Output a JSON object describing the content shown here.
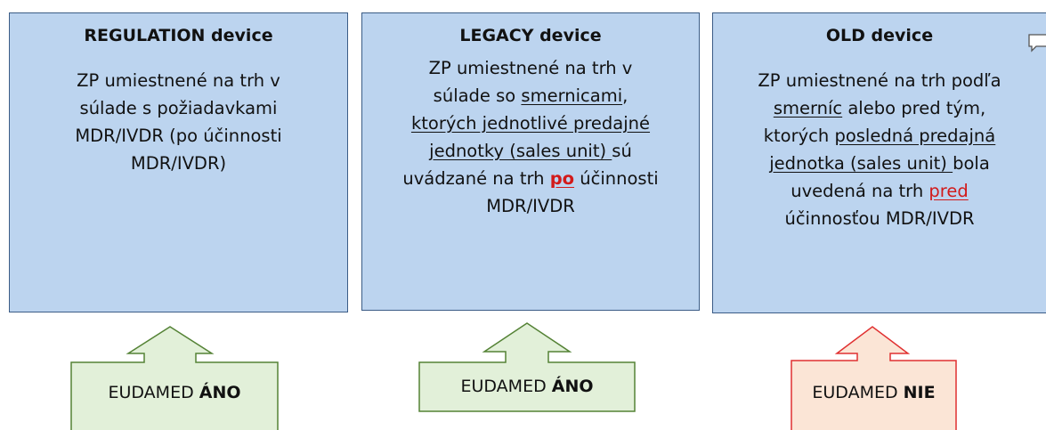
{
  "boxes": [
    {
      "title": "REGULATION device",
      "lines": [
        "ZP umiestnené na trh v",
        "súlade s požiadavkami",
        "MDR/IVDR (po účinnosti",
        "MDR/IVDR)"
      ]
    },
    {
      "title": "LEGACY device",
      "l1": "ZP umiestnené na trh v",
      "l2_a": "súlade so ",
      "l2_u": "smernicami",
      "l2_b": ",",
      "l3_u": "ktorých jednotlivé predajné",
      "l4_u": "jednotky (sales unit) ",
      "l4_b": "sú",
      "l5_a": "uvádzané na trh ",
      "l5_red": "po",
      "l5_b": " účinnosti",
      "l6": "MDR/IVDR"
    },
    {
      "title": "OLD device",
      "l1": "ZP umiestnené na trh podľa",
      "l2_u": "smerníc",
      "l2_b": " alebo pred tým,",
      "l3_a": "ktorých ",
      "l3_u": "posledná predajná",
      "l4_u": "jednotka (sales unit) ",
      "l4_b": "bola",
      "l5": "uvedená na trh ",
      "l5_red": "pred",
      "l6": "účinnosťou MDR/IVDR"
    }
  ],
  "arrows": [
    {
      "prefix": "EUDAMED ",
      "bold": "ÁNO",
      "fill": "#e2f0d9",
      "stroke": "#548235"
    },
    {
      "prefix": "EUDAMED ",
      "bold": "ÁNO",
      "fill": "#e2f0d9",
      "stroke": "#548235"
    },
    {
      "prefix": "EUDAMED ",
      "bold": "NIE",
      "fill": "#fbe5d6",
      "stroke": "#e03030"
    }
  ]
}
